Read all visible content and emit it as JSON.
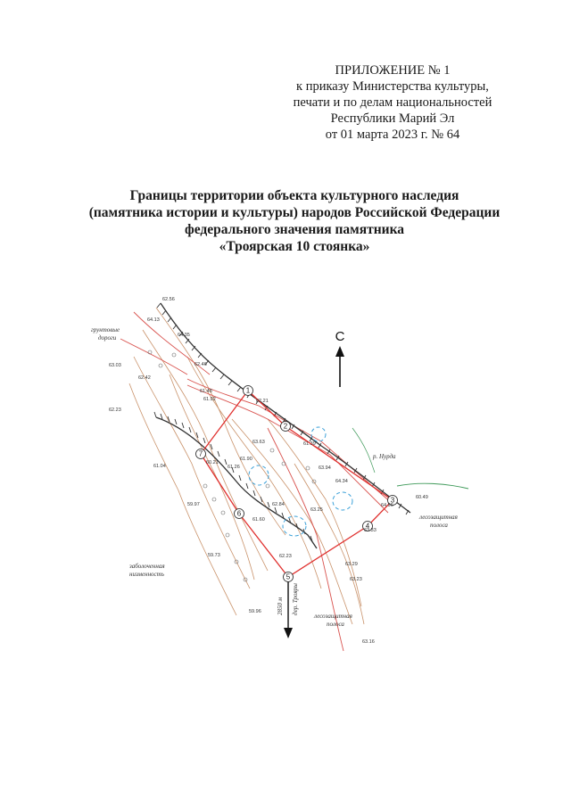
{
  "appendix": {
    "line1": "ПРИЛОЖЕНИЕ № 1",
    "line2": "к приказу Министерства культуры,",
    "line3": "печати и по делам национальностей",
    "line4": "Республики Марий Эл",
    "line5": "от 01 марта 2023 г. № 64"
  },
  "title": {
    "line1": "Границы территории объекта культурного наследия",
    "line2": "(памятника истории и культуры) народов Российской Федерации",
    "line3": "федерального значения памятника",
    "line4": "«Троярская 10 стоянка»"
  },
  "map": {
    "north_label": "С",
    "labels": {
      "dirt_roads_1": "грунтовые",
      "dirt_roads_2": "дороги",
      "river": "р. Нурда",
      "shelterbelt_right_1": "лесозащитная",
      "shelterbelt_right_2": "полоса",
      "swamp_1": "заболоченная",
      "swamp_2": "низменность",
      "shelterbelt_bottom_1": "лесозащитная",
      "shelterbelt_bottom_2": "полоса",
      "direction": "2850 м",
      "direction2": "дер. Трояры"
    },
    "vertices": [
      "1",
      "2",
      "3",
      "4",
      "5",
      "6",
      "7"
    ],
    "elevations": {
      "e1": "62.56",
      "e2": "64.13",
      "e3": "64.35",
      "e4": "63.03",
      "e5": "62.46",
      "e6": "62.42",
      "e7": "61.48",
      "e8": "61.92",
      "e9": "62.21",
      "e10": "62.23",
      "e11": "63.63",
      "e12": "61.39",
      "e13": "61.04",
      "e14": "60.21",
      "e15": "61.90",
      "e16": "61.26",
      "e17": "63.94",
      "e18": "64.34",
      "e19": "64.96",
      "e20": "60.49",
      "e21": "59.97",
      "e22": "61.60",
      "e23": "62.84",
      "e24": "63.25",
      "e25": "63.33",
      "e26": "59.73",
      "e27": "62.23",
      "e28": "63.29",
      "e29": "63.23",
      "e30": "59.96",
      "e31": "63.16"
    }
  }
}
